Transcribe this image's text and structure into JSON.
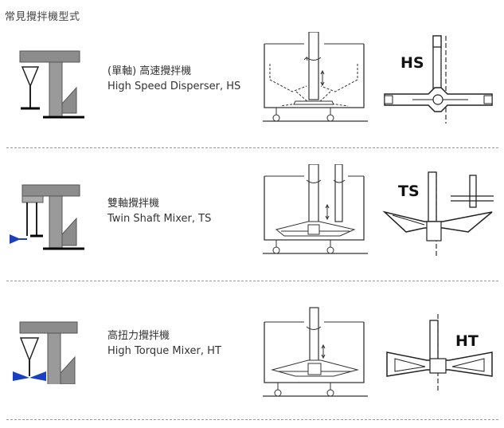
{
  "page": {
    "title": "常見攪拌機型式"
  },
  "mixers": [
    {
      "name_zh": "(單軸) 高速攪拌機",
      "name_en": "High Speed Disperser, HS",
      "code": "HS",
      "icon_accent": "#000000"
    },
    {
      "name_zh": "雙軸攪拌機",
      "name_en": "Twin Shaft Mixer, TS",
      "code": "TS",
      "icon_accent": "#1a3fbf"
    },
    {
      "name_zh": "高扭力攪拌機",
      "name_en": "High Torque Mixer, HT",
      "code": "HT",
      "icon_accent": "#1a3fbf"
    }
  ],
  "colors": {
    "machine_gray": "#8c8c8c",
    "machine_dark": "#555555",
    "line": "#222222",
    "blue_impeller": "#1a3fbf"
  }
}
